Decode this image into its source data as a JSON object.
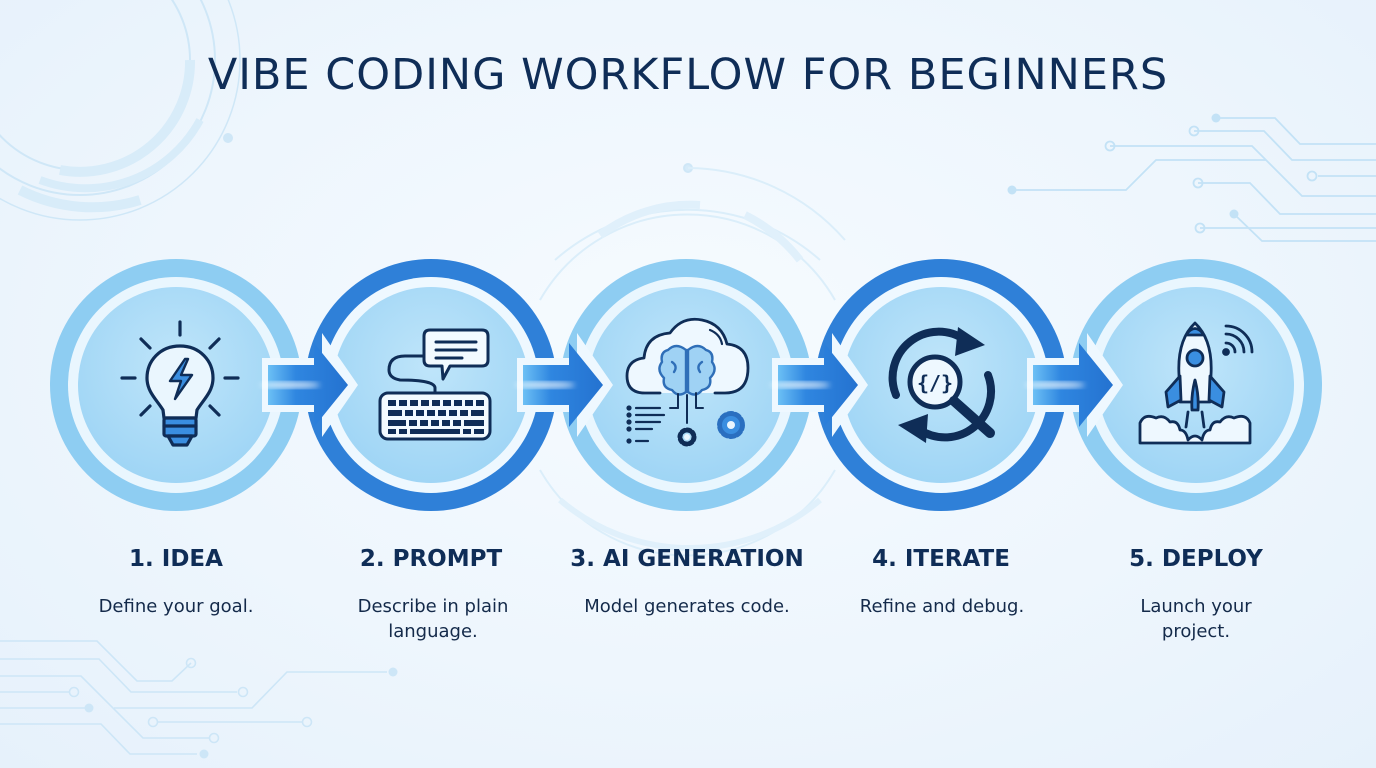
{
  "title": "VIBE CODING WORKFLOW FOR BEGINNERS",
  "colors": {
    "title": "#0f2d57",
    "ring_light": "#8ecdf2",
    "ring_dark": "#2f80d8",
    "inner_disc": "#a9dbf7",
    "icon_stroke": "#0f2d57",
    "icon_accent": "#3a8ee0",
    "arrow": "#2a7ad6",
    "circuit": "#bfe0f5"
  },
  "steps": [
    {
      "number": 1,
      "label": "1. IDEA",
      "description": "Define your goal.",
      "icon": "lightbulb-icon",
      "ring": "light"
    },
    {
      "number": 2,
      "label": "2. PROMPT",
      "description": "Describe in plain language.",
      "icon": "keyboard-chat-icon",
      "ring": "dark"
    },
    {
      "number": 3,
      "label": "3. AI GENERATION",
      "description": "Model generates code.",
      "icon": "cloud-brain-gears-icon",
      "ring": "light"
    },
    {
      "number": 4,
      "label": "4. ITERATE",
      "description": "Refine and debug.",
      "icon": "refresh-code-search-icon",
      "ring": "dark"
    },
    {
      "number": 5,
      "label": "5. DEPLOY",
      "description": "Launch your project.",
      "icon": "rocket-launch-icon",
      "ring": "light"
    }
  ],
  "arrows": [
    {
      "from": 1,
      "to": 2
    },
    {
      "from": 2,
      "to": 3
    },
    {
      "from": 3,
      "to": 4
    },
    {
      "from": 4,
      "to": 5
    }
  ]
}
